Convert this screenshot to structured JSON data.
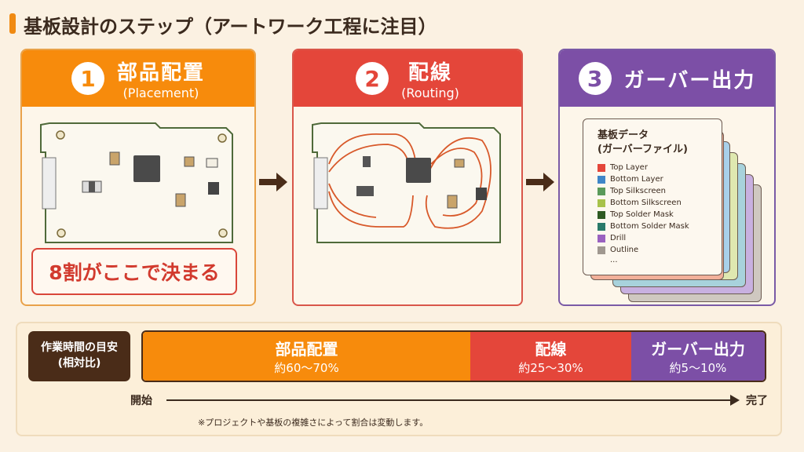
{
  "title": "基板設計のステップ（アートワーク工程に注目）",
  "steps": [
    {
      "num": "1",
      "title": "部品配置",
      "subtitle": "(Placement)"
    },
    {
      "num": "2",
      "title": "配線",
      "subtitle": "(Routing)"
    },
    {
      "num": "3",
      "title": "ガーバー出力",
      "subtitle": ""
    }
  ],
  "emphasis": "8割がここで決まる",
  "gerber": {
    "title_line1": "基板データ",
    "title_line2": "(ガーバーファイル)",
    "layers": [
      {
        "name": "Top Layer",
        "color": "#e4463a"
      },
      {
        "name": "Bottom Layer",
        "color": "#3f86c8"
      },
      {
        "name": "Top Silkscreen",
        "color": "#5a9a5a"
      },
      {
        "name": "Bottom Silkscreen",
        "color": "#a8c24a"
      },
      {
        "name": "Top Solder Mask",
        "color": "#2f5a22"
      },
      {
        "name": "Bottom Solder Mask",
        "color": "#2a7a6a"
      },
      {
        "name": "Drill",
        "color": "#9a62c0"
      },
      {
        "name": "Outline",
        "color": "#a09890"
      }
    ],
    "more": "..."
  },
  "timeline": {
    "label_line1": "作業時間の目安",
    "label_line2": "(相対比)",
    "segments": [
      {
        "name": "部品配置",
        "ratio": "約60〜70%",
        "color": "#f78b0c"
      },
      {
        "name": "配線",
        "ratio": "約25〜30%",
        "color": "#e4463a"
      },
      {
        "name": "ガーバー出力",
        "ratio": "約5〜10%",
        "color": "#7c4fa6"
      }
    ],
    "start": "開始",
    "end": "完了",
    "note": "※プロジェクトや基板の複雑さによって割合は変動します。"
  }
}
